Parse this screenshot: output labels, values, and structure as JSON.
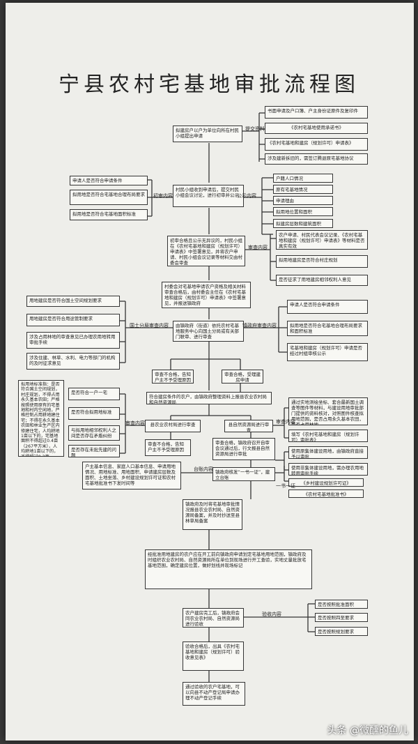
{
  "title": "宁县农村宅基地审批流程图",
  "main": {
    "m1": "拟建房户以户为单位向所在村民小组提出申请",
    "m2": "村民小组收到申请后，提交村民小组会议讨论，进行初审并公示",
    "m3": "初审合格且公示无异议的，村民小组在《农村宅基地和建房（规划许可）申请表》中签署意见，并将农户申请、村民小组会议记录等材料交由村委会审查",
    "m4": "村委会对宅基地申请农户资格及相关材料审查合格后，由村委会主任在《农村宅基地和建房（规划许可）申请表》中签署意见，并报送镇政府",
    "m5": "由镇政府（街道）依托农村宅基地服务中心向国土分局或有关部门联审、进行审查",
    "m6": "审查合格，受理建房申请",
    "m7": "审查不合格，告知户主不予受理原因",
    "m8": "符合建房条件的农户，由镇政府整理资料上报县农业农村局和自然资源局",
    "m9": "县农业农村局进行审查",
    "m10": "县自然资源局进行审查",
    "m11": "审查不合格，告知户主不予受理原因",
    "m12": "审查合格，镇政府召开自审会议通过后，行文报县自然资源局进行审批",
    "m13": "镇政府核发“一书一证”，建立台账",
    "m14": "镇政府及时将宅基地审批情况报县农业农村局、自然资源局备案，并及时抄送至县林草局备案",
    "m15": "经批准用地建房的农户应在开工前向镇政府申请划定宅基地用地范围，镇政府及时组织农业农村局、自然资源局所在单位到现场进行开工查验，实地丈量批放宅基地范围，确定建房位置，做好划线并现场标记",
    "m16": "农户建房完工后，镇政府会同农业农村局、自然资源局进行验收",
    "m17": "验收合格后，出具《农村宅基地和建房（规划许可）验收意见表》",
    "m18": "通过验收的农户宅基地，可以向县不动产登记局申请办理不动产登记手续"
  },
  "right1": [
    "书面申请及户口簿、户主身份证原件及复印件",
    "《农村宅基地使用承诺书》",
    "《农村宅基地和建房（规划许可）申请表》",
    "涉及建新拆旧的，需签订腾退原宅基地协议"
  ],
  "right2": [
    "户籍人口情况",
    "原有宅基地情况",
    "申请理由",
    "拟用地位置和面积",
    "拟建房层数和建筑面积"
  ],
  "right3": [
    "农户申请、村民代表会议记录、《农村宅基地和建房（规划许可）申请表》等材料是否真实有效",
    "拟用地建房是否符合村庄规划",
    "是否征求了用地建房相邻权利人意见"
  ],
  "right4": [
    "申请人是否符合申请条件",
    "拟用地是否符合宅基地合理布局要求和面积标准",
    "宅基地和建房（规划许可）申请是否经过村组审核公示"
  ],
  "right5": [
    "通过实地测绘坐标、套合最新国土调查等图件等材料，与建设用地审批部门提供的资料核对，对照图件核查拟用地范围，是否占用永久基本农田，是否占用林地",
    "填写《农村宅基地和建房（规划许可）审批表》"
  ],
  "right6": [
    "使用原集体建设用地，由镇政府直接予以审批",
    "使用非集体建设用地，需办理农用地转用审批手续"
  ],
  "right7": [
    "《乡村建设规划许可证》",
    "《农村宅基地批准书》"
  ],
  "right8": [
    "是否按照批准面积",
    "是否按照四至要求",
    "是否按照规划要求"
  ],
  "left1": [
    "申请人是否符合申请条件",
    "拟用地是否符合宅基地合理布局要求",
    "拟用地是否符合宅基地面积标准"
  ],
  "left2": [
    "用地建房是否符合国土空间规划要求",
    "用地建房是否符合用途管制要求",
    "涉及占用林地的审查意见已办理农用地转用审批手续",
    "涉及住建、林草、水利、电力等部门的机构的及时征求意见"
  ],
  "left3": [
    "是否符合一户一宅",
    "是否符合拟用地标准",
    "与拟用地相邻权利人之间是否存在矛盾纠纷",
    "是否存在未批先建的问题"
  ],
  "std": "拟用地标准指：是否符合国土空间规划，村庄规划，不得占用永久基本农田；严格按照使用原有的宅基地和村内空闲地，严格控制占用耕地建住宅；不得在永久基本农田和林业生产区内修建住宅，人均耕地1亩以下的，宅基地面积不得超过0.4亩（267平方米），人均耕地1亩以下的，不得超过0.3亩（200平方米）",
  "cols": [
    "户主基本信息、家庭人口基本信息、申请用地情况、用地标准、用地面积、申请建房层数及面积、土地坐落、乡村建设规划许可证和农村宅基地批准书下发时间等"
  ],
  "labels": {
    "l1": "提交资料",
    "l2": "公示内容",
    "l3": "初审内容",
    "l4": "审查内容",
    "l5": "国土分局审查内容",
    "l6": "镇政府审查内容",
    "l7": "审查内容",
    "l8": "审查内容",
    "l9": "台账内容",
    "l10": "一书一证",
    "l11": "验收内容"
  },
  "watermark": "头条 @微醺的鱼儿"
}
